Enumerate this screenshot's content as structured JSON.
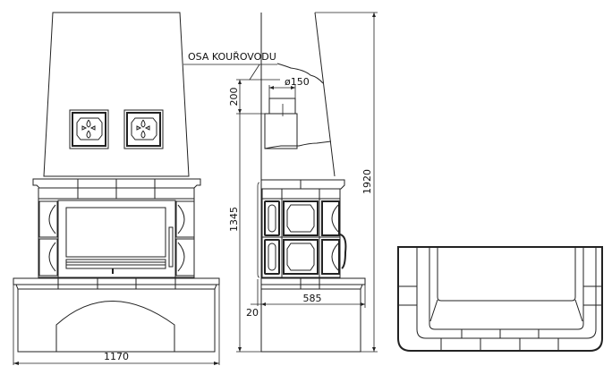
{
  "labels": {
    "flue_axis": "OSA KOUŘOVODU",
    "flue_diameter": "ø150",
    "dim_width_front": "1170",
    "dim_flue_height": "200",
    "dim_body_height": "1345",
    "dim_total_height": "1920",
    "dim_depth": "585",
    "dim_offset": "20"
  },
  "colors": {
    "line": "#222222",
    "background": "#ffffff"
  }
}
